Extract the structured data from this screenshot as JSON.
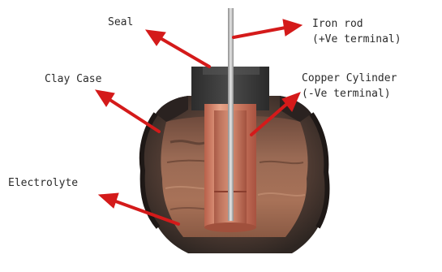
{
  "labels": {
    "seal": "Seal",
    "iron_rod": "Iron rod",
    "iron_rod_terminal": "(+Ve terminal)",
    "clay_case": "Clay Case",
    "copper_cylinder": "Copper Cylinder",
    "copper_cylinder_terminal": "(-Ve terminal)",
    "electrolyte": "Electrolyte"
  },
  "colors": {
    "arrow": "#d41a1a",
    "clay_dark": "#3a2e28",
    "copper": "#c8745a",
    "seal": "#3c3c3c",
    "rod": "#c8c8c8"
  }
}
